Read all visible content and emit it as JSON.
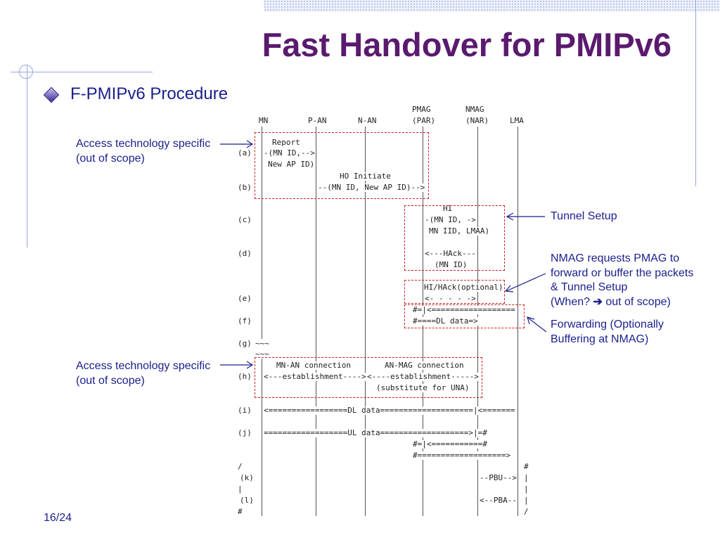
{
  "slide": {
    "title": "Fast Handover for PMIPv6",
    "bullet": "F-PMIPv6 Procedure",
    "page": "16/24"
  },
  "columns": {
    "mn": "MN",
    "pan": "P-AN",
    "nan": "N-AN",
    "pmag": "PMAG",
    "par": "(PAR)",
    "nmag": "NMAG",
    "nar": "(NAR)",
    "lma": "LMA"
  },
  "steps": [
    "(a)",
    "(b)",
    "(c)",
    "(d)",
    "(e)",
    "(f)",
    "(g)",
    "(h)",
    "(i)",
    "(j)",
    "(k)",
    "(l)"
  ],
  "messages": {
    "report1": "Report",
    "report2": "-(MN ID,-->",
    "report3": "New AP ID)",
    "hoinit1": "HO Initiate",
    "hoinit2": "--(MN ID, New AP ID)-->",
    "hi1": "HI",
    "hi2": "-(MN ID, ->",
    "hi3": "MN IID, LMAA)",
    "hack1": "<---HAck---",
    "hack2": "(MN ID)",
    "hihack1": "HI/HAck(optional)",
    "hihack2": "<- - - - ->",
    "fwd1": "#=|<==================",
    "fwd2": "#====DL data=>",
    "g1": "~~~",
    "g2": "~~~",
    "h1a": "MN-AN connection",
    "h1b": "AN-MAG connection",
    "h2a": "<---establishment---->",
    "h2b": "<----establishment----->",
    "h3": "(substitute for UNA)",
    "i1": "<=================DL data====================|<=======",
    "j1": "==================UL data===================>|=#",
    "j2": "#=|<===========#",
    "j3": "#===================>",
    "pbu": "--PBU-->",
    "pba": "<--PBA--",
    "slash1": "/",
    "slash2": "/",
    "hash1": "#",
    "hash2": "#",
    "pipe1": "|",
    "pipe2": "|",
    "pipe3": "|",
    "pipe4": "|"
  },
  "annotations": {
    "access1_l1": "Access technology specific",
    "access1_l2": "(out of scope)",
    "access2_l1": "Access technology specific",
    "access2_l2": "(out of scope)",
    "tunnel": "Tunnel Setup",
    "nmag_l1": "NMAG requests PMAG to",
    "nmag_l2": "forward or buffer the packets",
    "nmag_l3": "& Tunnel Setup",
    "nmag_l4a": "(When? ",
    "nmag_l4b": " out of scope)",
    "fwd_l1": "Forwarding (Optionally",
    "fwd_l2": "Buffering at NMAG)"
  },
  "colors": {
    "title": "#5a1a6e",
    "text": "#1a1f8c",
    "dashed_box": "#d21f1f",
    "accent_line": "#9aa6d8"
  }
}
